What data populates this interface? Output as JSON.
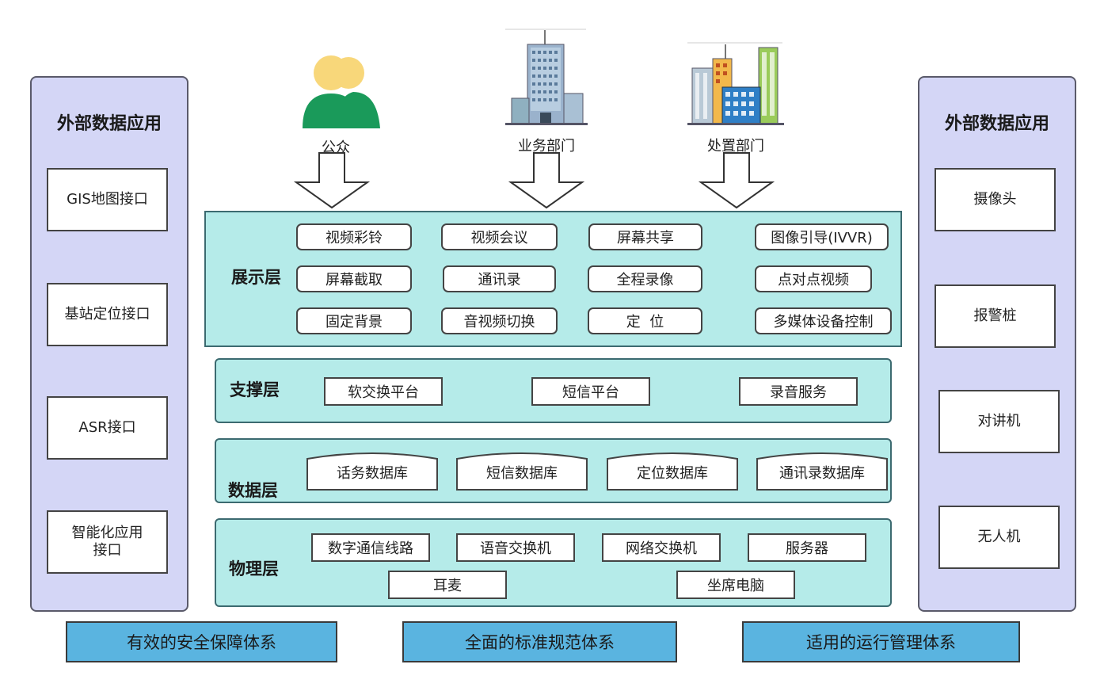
{
  "left_panel": {
    "title": "外部数据应用",
    "items": [
      "GIS地图接口",
      "基站定位接口",
      "ASR接口",
      "智能化应用\n接口"
    ]
  },
  "right_panel": {
    "title": "外部数据应用",
    "items": [
      "摄像头",
      "报警桩",
      "对讲机",
      "无人机"
    ]
  },
  "actors": [
    {
      "label": "公众",
      "icon": "people-icon"
    },
    {
      "label": "业务部门",
      "icon": "office-building-icon"
    },
    {
      "label": "处置部门",
      "icon": "city-buildings-icon"
    }
  ],
  "layers": {
    "presentation": {
      "label": "展示层",
      "items": [
        "视频彩铃",
        "视频会议",
        "屏幕共享",
        "图像引导(IVVR)",
        "屏幕截取",
        "通讯录",
        "全程录像",
        "点对点视频",
        "固定背景",
        "音视频切换",
        "定  位",
        "多媒体设备控制"
      ]
    },
    "support": {
      "label": "支撑层",
      "items": [
        "软交换平台",
        "短信平台",
        "录音服务"
      ]
    },
    "data": {
      "label": "数据层",
      "items": [
        "话务数据库",
        "短信数据库",
        "定位数据库",
        "通讯录数据库"
      ]
    },
    "physical": {
      "label": "物理层",
      "items": [
        "数字通信线路",
        "语音交换机",
        "网络交换机",
        "服务器",
        "耳麦",
        "坐席电脑"
      ]
    }
  },
  "footer": [
    "有效的安全保障体系",
    "全面的标准规范体系",
    "适用的运行管理体系"
  ],
  "colors": {
    "side_panel": "#d4d6f6",
    "layer_fill": "#b5ebe9",
    "footer_fill": "#5ab4e0",
    "people_green": "#1a9a5a",
    "people_yellow": "#f8d77a"
  }
}
